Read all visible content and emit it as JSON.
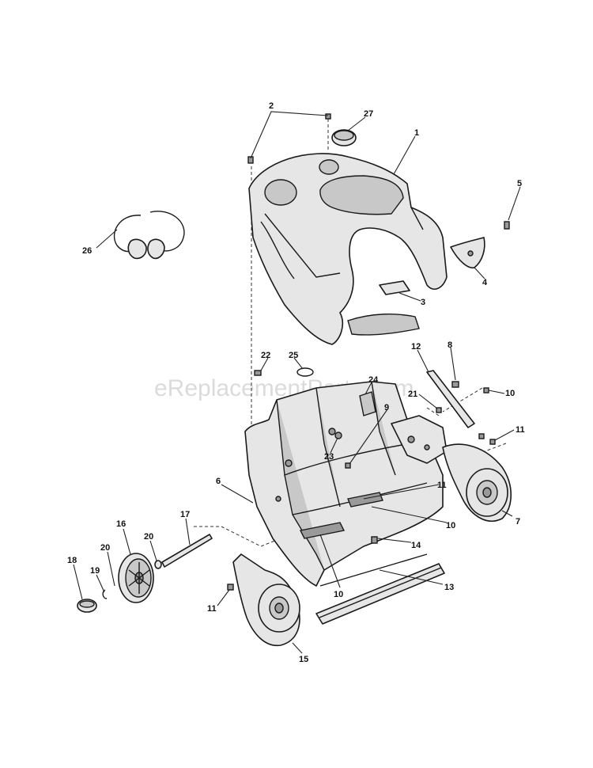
{
  "watermark": "eReplacementParts.com",
  "callouts": {
    "c1": "1",
    "c2": "2",
    "c3": "3",
    "c4": "4",
    "c5": "5",
    "c6": "6",
    "c7": "7",
    "c8": "8",
    "c9": "9",
    "c10a": "10",
    "c10b": "10",
    "c10c": "10",
    "c11a": "11",
    "c11b": "11",
    "c11c": "11",
    "c12": "12",
    "c13": "13",
    "c14": "14",
    "c15": "15",
    "c16": "16",
    "c17": "17",
    "c18": "18",
    "c19": "19",
    "c20": "20",
    "c21": "21",
    "c22": "22",
    "c23": "23",
    "c24": "24",
    "c25": "25",
    "c26": "26",
    "c27": "27"
  }
}
